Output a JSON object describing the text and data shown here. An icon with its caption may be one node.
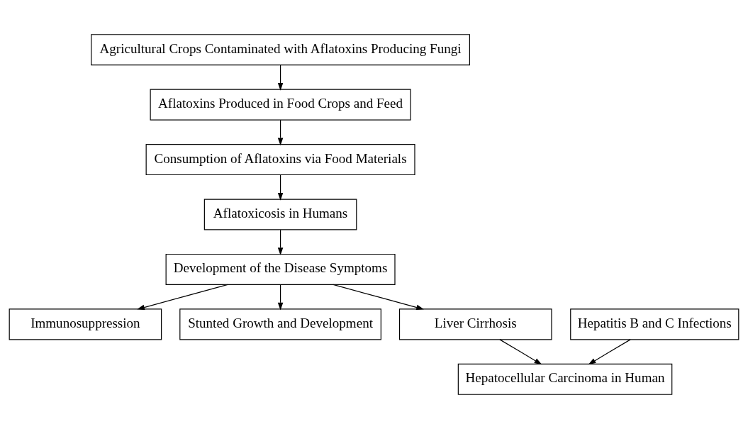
{
  "diagram": {
    "nodes": [
      {
        "text": [
          "Agricultural Crops Contaminated with Aflatoxins Producing Fungi"
        ]
      },
      {
        "text": [
          "Aflatoxins Produced in Food Crops and Feed"
        ]
      },
      {
        "text": [
          "Immunosuppression"
        ]
      },
      {
        "text": [
          "Consumption of Aflatoxins via Food Materials"
        ]
      },
      {
        "text": [
          "Stunted Growth and Development"
        ]
      },
      {
        "text": [
          "Liver Cirrhosis"
        ]
      },
      {
        "text": [
          "Aflatoxicosis in Humans"
        ]
      },
      {
        "text": [
          "Hepatitis B and C Infections"
        ]
      },
      {
        "text": [
          "Development of the Disease Symptoms"
        ]
      },
      {
        "text": [
          "Hepatocellular Carcinoma in Human"
        ]
      }
    ],
    "edges": [
      {
        "from": 0,
        "to": 1,
        "arrow": "to"
      },
      {
        "from": 1,
        "to": 3,
        "arrow": "to"
      },
      {
        "from": 3,
        "to": 6,
        "arrow": "to"
      },
      {
        "from": 6,
        "to": 8,
        "arrow": "to"
      },
      {
        "from": 8,
        "to": 2,
        "arrow": "to"
      },
      {
        "from": 8,
        "to": 4,
        "arrow": "to"
      },
      {
        "from": 8,
        "to": 5,
        "arrow": "to"
      },
      {
        "from": 5,
        "to": 9,
        "arrow": "to"
      },
      {
        "from": 7,
        "to": 9,
        "arrow": "to"
      }
    ]
  }
}
